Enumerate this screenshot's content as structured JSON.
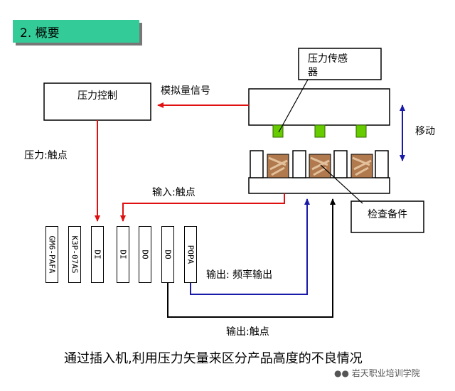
{
  "header": {
    "title": "2. 概要"
  },
  "nodes": {
    "pressure_control": "压力控制",
    "pressure_sensor_line1": "压力传感",
    "pressure_sensor_line2": "器",
    "inspection_part": "检查备件"
  },
  "edges": {
    "analog_signal": "模拟量信号",
    "pressure_contact": "压力:触点",
    "input_contact": "输入:触点",
    "output_frequency": "输出: 频率输出",
    "output_contact": "输出:触点",
    "move": "移动"
  },
  "modules": [
    "GM6-PAFA",
    "K3P-07AS",
    "DI",
    "DI",
    "DO",
    "DO",
    "POPA"
  ],
  "caption": "通过插入机,利用压力矢量来区分产品高度的不良情况",
  "watermark": "岩天职业培训学院",
  "colors": {
    "header_bg": "#33cc99",
    "red_line": "#e01010",
    "blue_line": "#1a1aa8",
    "sensor_green": "#66cc00",
    "part_brown": "#a0704a"
  }
}
